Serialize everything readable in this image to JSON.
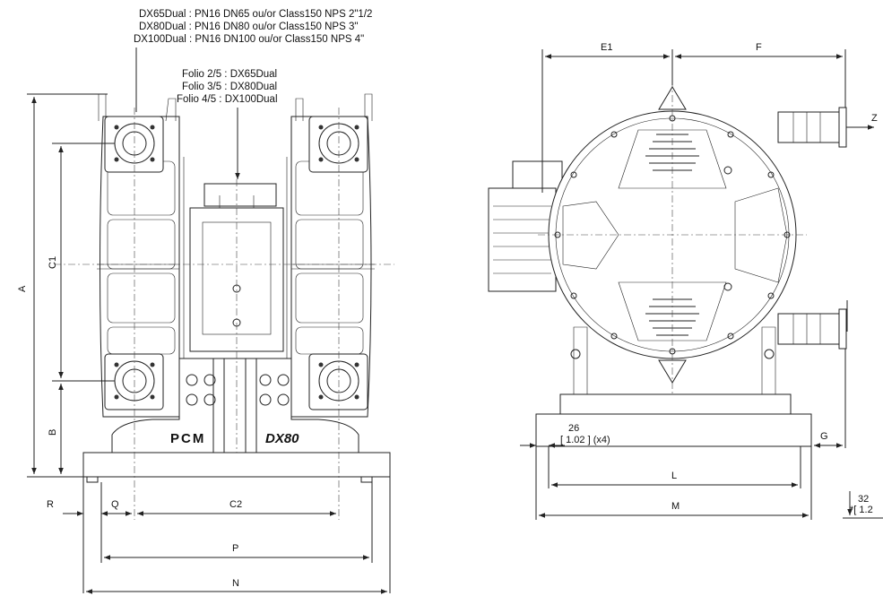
{
  "header_notes": [
    "DX65Dual : PN16 DN65 ou/or Class150 NPS 2\"1/2",
    "DX80Dual : PN16 DN80 ou/or Class150 NPS 3\"",
    "DX100Dual : PN16 DN100 ou/or Class150 NPS 4\""
  ],
  "folio_notes": [
    "Folio 2/5 : DX65Dual",
    "Folio 3/5 : DX80Dual",
    "Folio 4/5 : DX100Dual"
  ],
  "logos": {
    "brand": "PCM",
    "model": "DX80"
  },
  "front_view_dims": {
    "A": "A",
    "C1": "C1",
    "B": "B",
    "R": "R",
    "Q": "Q",
    "C2": "C2",
    "P": "P",
    "N": "N"
  },
  "side_view_dims": {
    "E1": "E1",
    "F": "F",
    "Z": "Z",
    "G": "G",
    "L": "L",
    "M": "M",
    "hole_size": "26",
    "hole_size_in": "[ 1.02 ] (x4)",
    "base_height": "32",
    "base_height_in": "*[ 1.2"
  }
}
